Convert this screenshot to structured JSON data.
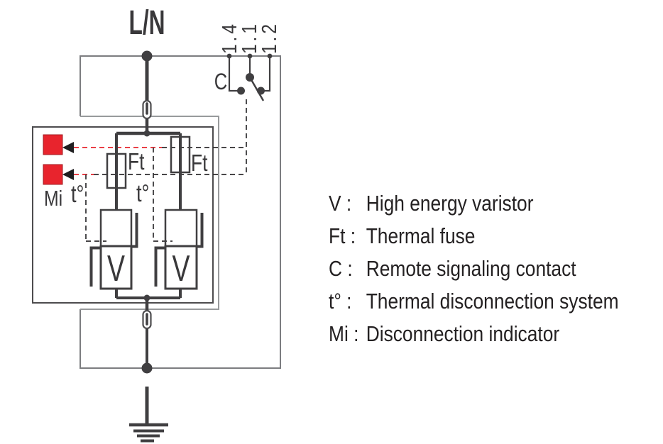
{
  "diagram": {
    "line_label": "L/N",
    "terminals": {
      "t14": "1.4",
      "t11": "1.1",
      "t12": "1.2"
    },
    "contact_label": "C",
    "fuse_label": "Ft",
    "thermal_label": "t°",
    "indicator_label": "Mi",
    "varistor_label": "V"
  },
  "legend": {
    "items": [
      {
        "symbol": "V :",
        "description": "High energy varistor"
      },
      {
        "symbol": "Ft :",
        "description": "Thermal fuse"
      },
      {
        "symbol": "C :",
        "description": "Remote signaling contact"
      },
      {
        "symbol": "t° :",
        "description": "Thermal disconnection system"
      },
      {
        "symbol": "Mi :",
        "description": "Disconnection indicator"
      }
    ]
  },
  "colors": {
    "indicator_red": "#e8242d",
    "wire_dark": "#403f41",
    "loop_grey": "#7c7d80",
    "module_grey": "#989a9c",
    "inner_box_grey": "#4d4c4e",
    "text_dark": "#39383a",
    "legend_text": "#242122"
  }
}
